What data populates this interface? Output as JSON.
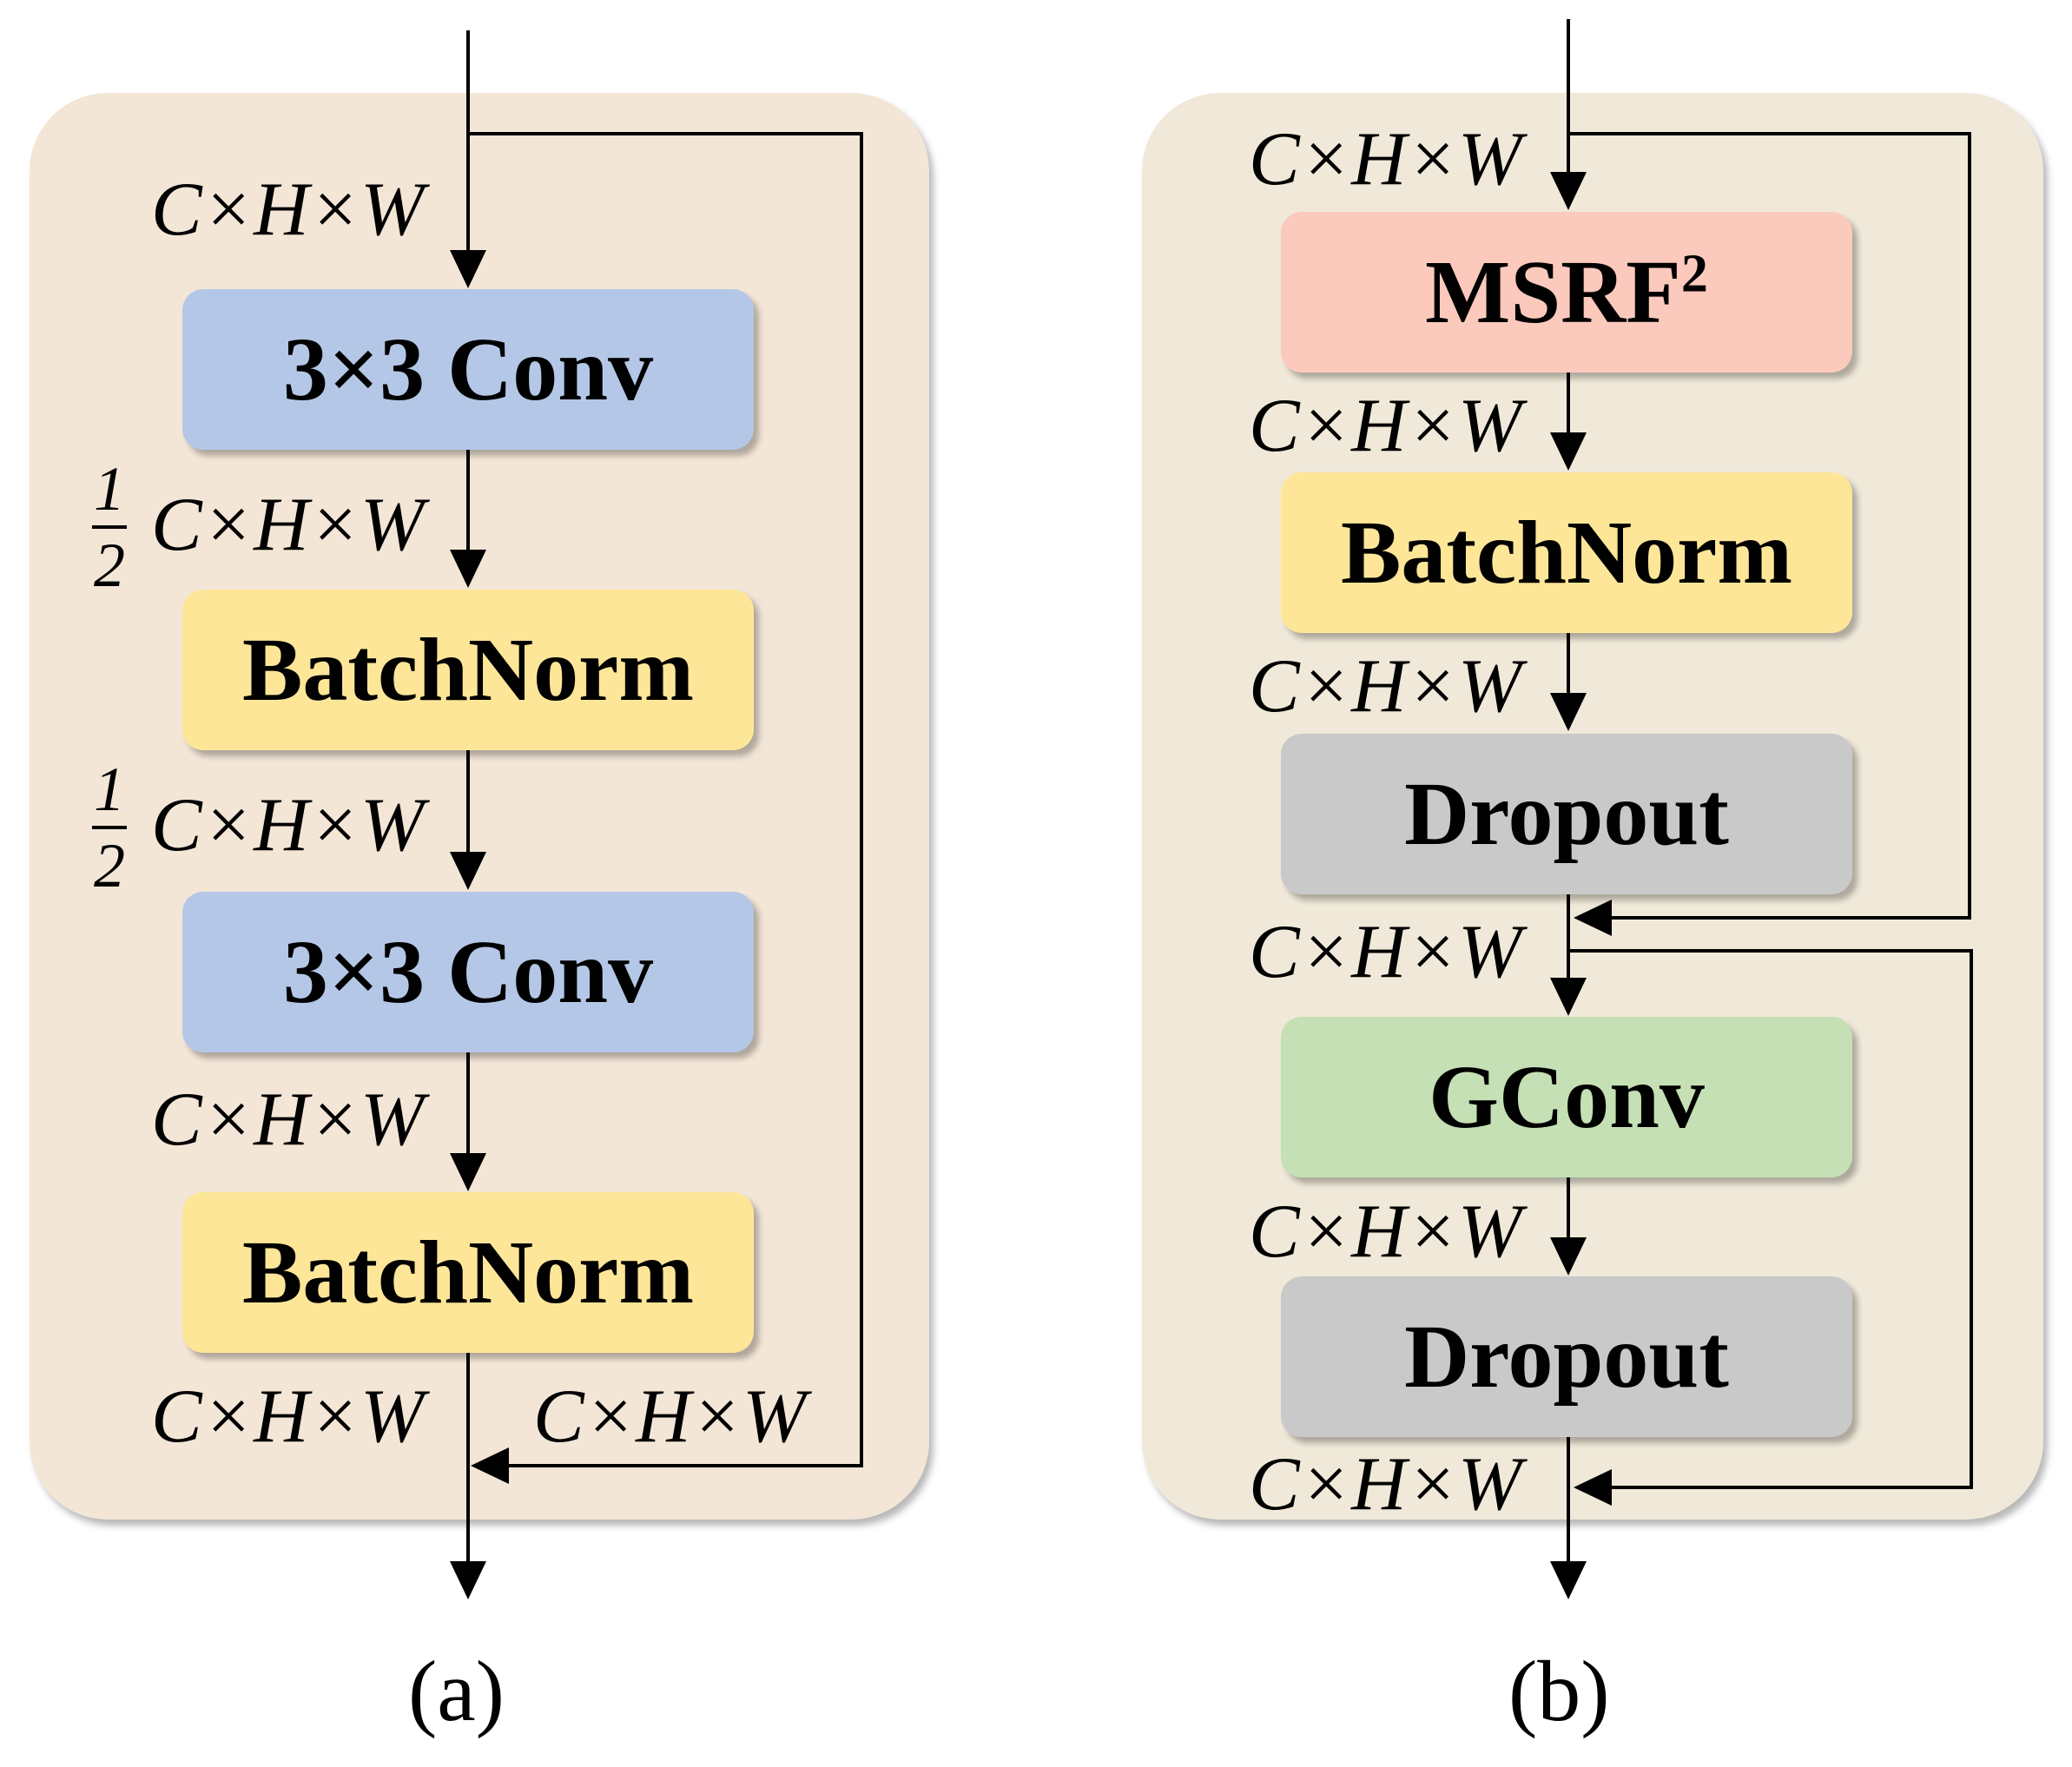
{
  "panel_a": {
    "caption": "(a)",
    "background": "#f3e6d7",
    "blocks": [
      {
        "label": "3×3 Conv",
        "color": "#b4c7e7"
      },
      {
        "label": "BatchNorm",
        "color": "#fee699"
      },
      {
        "label": "3×3 Conv",
        "color": "#b4c7e7"
      },
      {
        "label": "BatchNorm",
        "color": "#fee699"
      }
    ],
    "dims": [
      "C×H×W",
      "C×H×W",
      "C×H×W",
      "C×H×W",
      "C×H×W",
      "C×H×W"
    ],
    "fraction": {
      "numerator": "1",
      "denominator": "2"
    }
  },
  "panel_b": {
    "caption": "(b)",
    "background": "#f0e9d9",
    "blocks": [
      {
        "label": "MSRF",
        "sup": "2",
        "color": "#fbcabd"
      },
      {
        "label": "BatchNorm",
        "color": "#fee699"
      },
      {
        "label": "Dropout",
        "color": "#c9c9c9"
      },
      {
        "label": "GConv",
        "color": "#c5e0b4"
      },
      {
        "label": "Dropout",
        "color": "#c9c9c9"
      }
    ],
    "dims": [
      "C×H×W",
      "C×H×W",
      "C×H×W",
      "C×H×W",
      "C×H×W",
      "C×H×W"
    ]
  }
}
